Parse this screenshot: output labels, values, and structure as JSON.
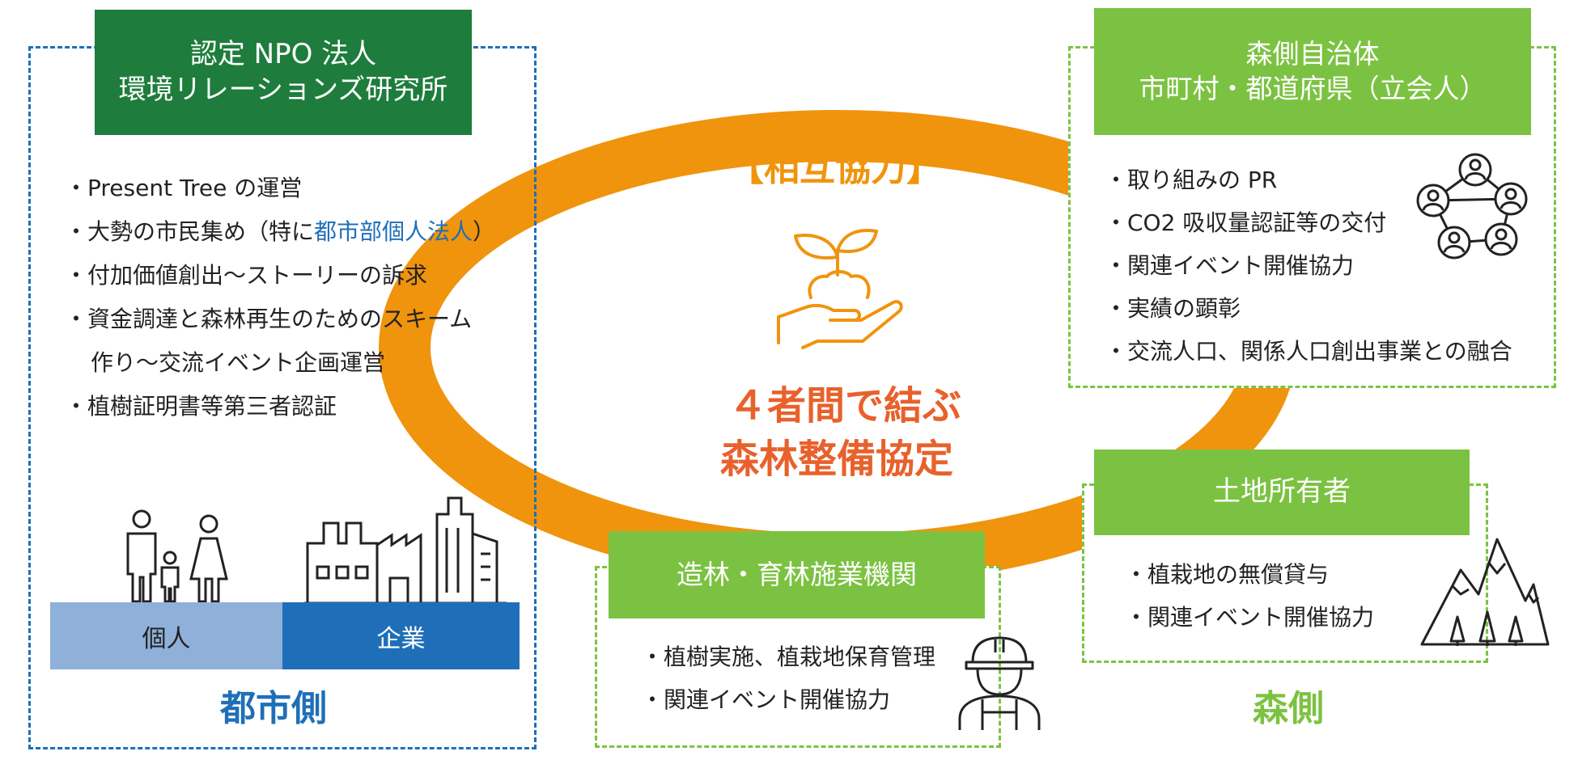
{
  "npo": {
    "title_line1": "認定 NPO 法人",
    "title_line2": "環境リレーションズ研究所",
    "items": [
      "Present Tree の運営",
      "大勢の市民集め（特に",
      "付加価値創出～ストーリーの訴求",
      "資金調達と森林再生のためのスキーム",
      "作り～交流イベント企画運営",
      "植樹証明書等第三者認証"
    ],
    "highlight": "都市部個人法人",
    "closing_paren": "）",
    "bar_individual": "個人",
    "bar_company": "企業",
    "side_label": "都市側"
  },
  "center": {
    "heading": "【相互協力】",
    "line1": "４者間で結ぶ",
    "line2": "森林整備協定"
  },
  "municipality": {
    "title_line1": "森側自治体",
    "title_line2": "市町村・都道府県（立会人）",
    "items": [
      "取り組みの PR",
      "CO2 吸収量認証等の交付",
      "関連イベント開催協力",
      "実績の顕彰",
      "交流人口、関係人口創出事業との融合"
    ]
  },
  "landowner": {
    "title": "土地所有者",
    "items": [
      "植栽地の無償貸与",
      "関連イベント開催協力"
    ],
    "side_label": "森側"
  },
  "forestry": {
    "title": "造林・育林施業機関",
    "items": [
      "植樹実施、植栽地保育管理",
      "関連イベント開催協力"
    ]
  },
  "colors": {
    "orange": "#f0940d",
    "center_text": "#e8612c",
    "dark_green": "#1e7d3c",
    "light_green": "#7cc242",
    "blue": "#1f6fb8",
    "light_blue": "#8fb0d9"
  },
  "icons": {
    "center": "hand-seedling-icon",
    "municipality": "people-network-icon",
    "landowner": "mountain-forest-icon",
    "forestry": "worker-helmet-icon",
    "family": "family-icon",
    "buildings": "factory-buildings-icon"
  }
}
